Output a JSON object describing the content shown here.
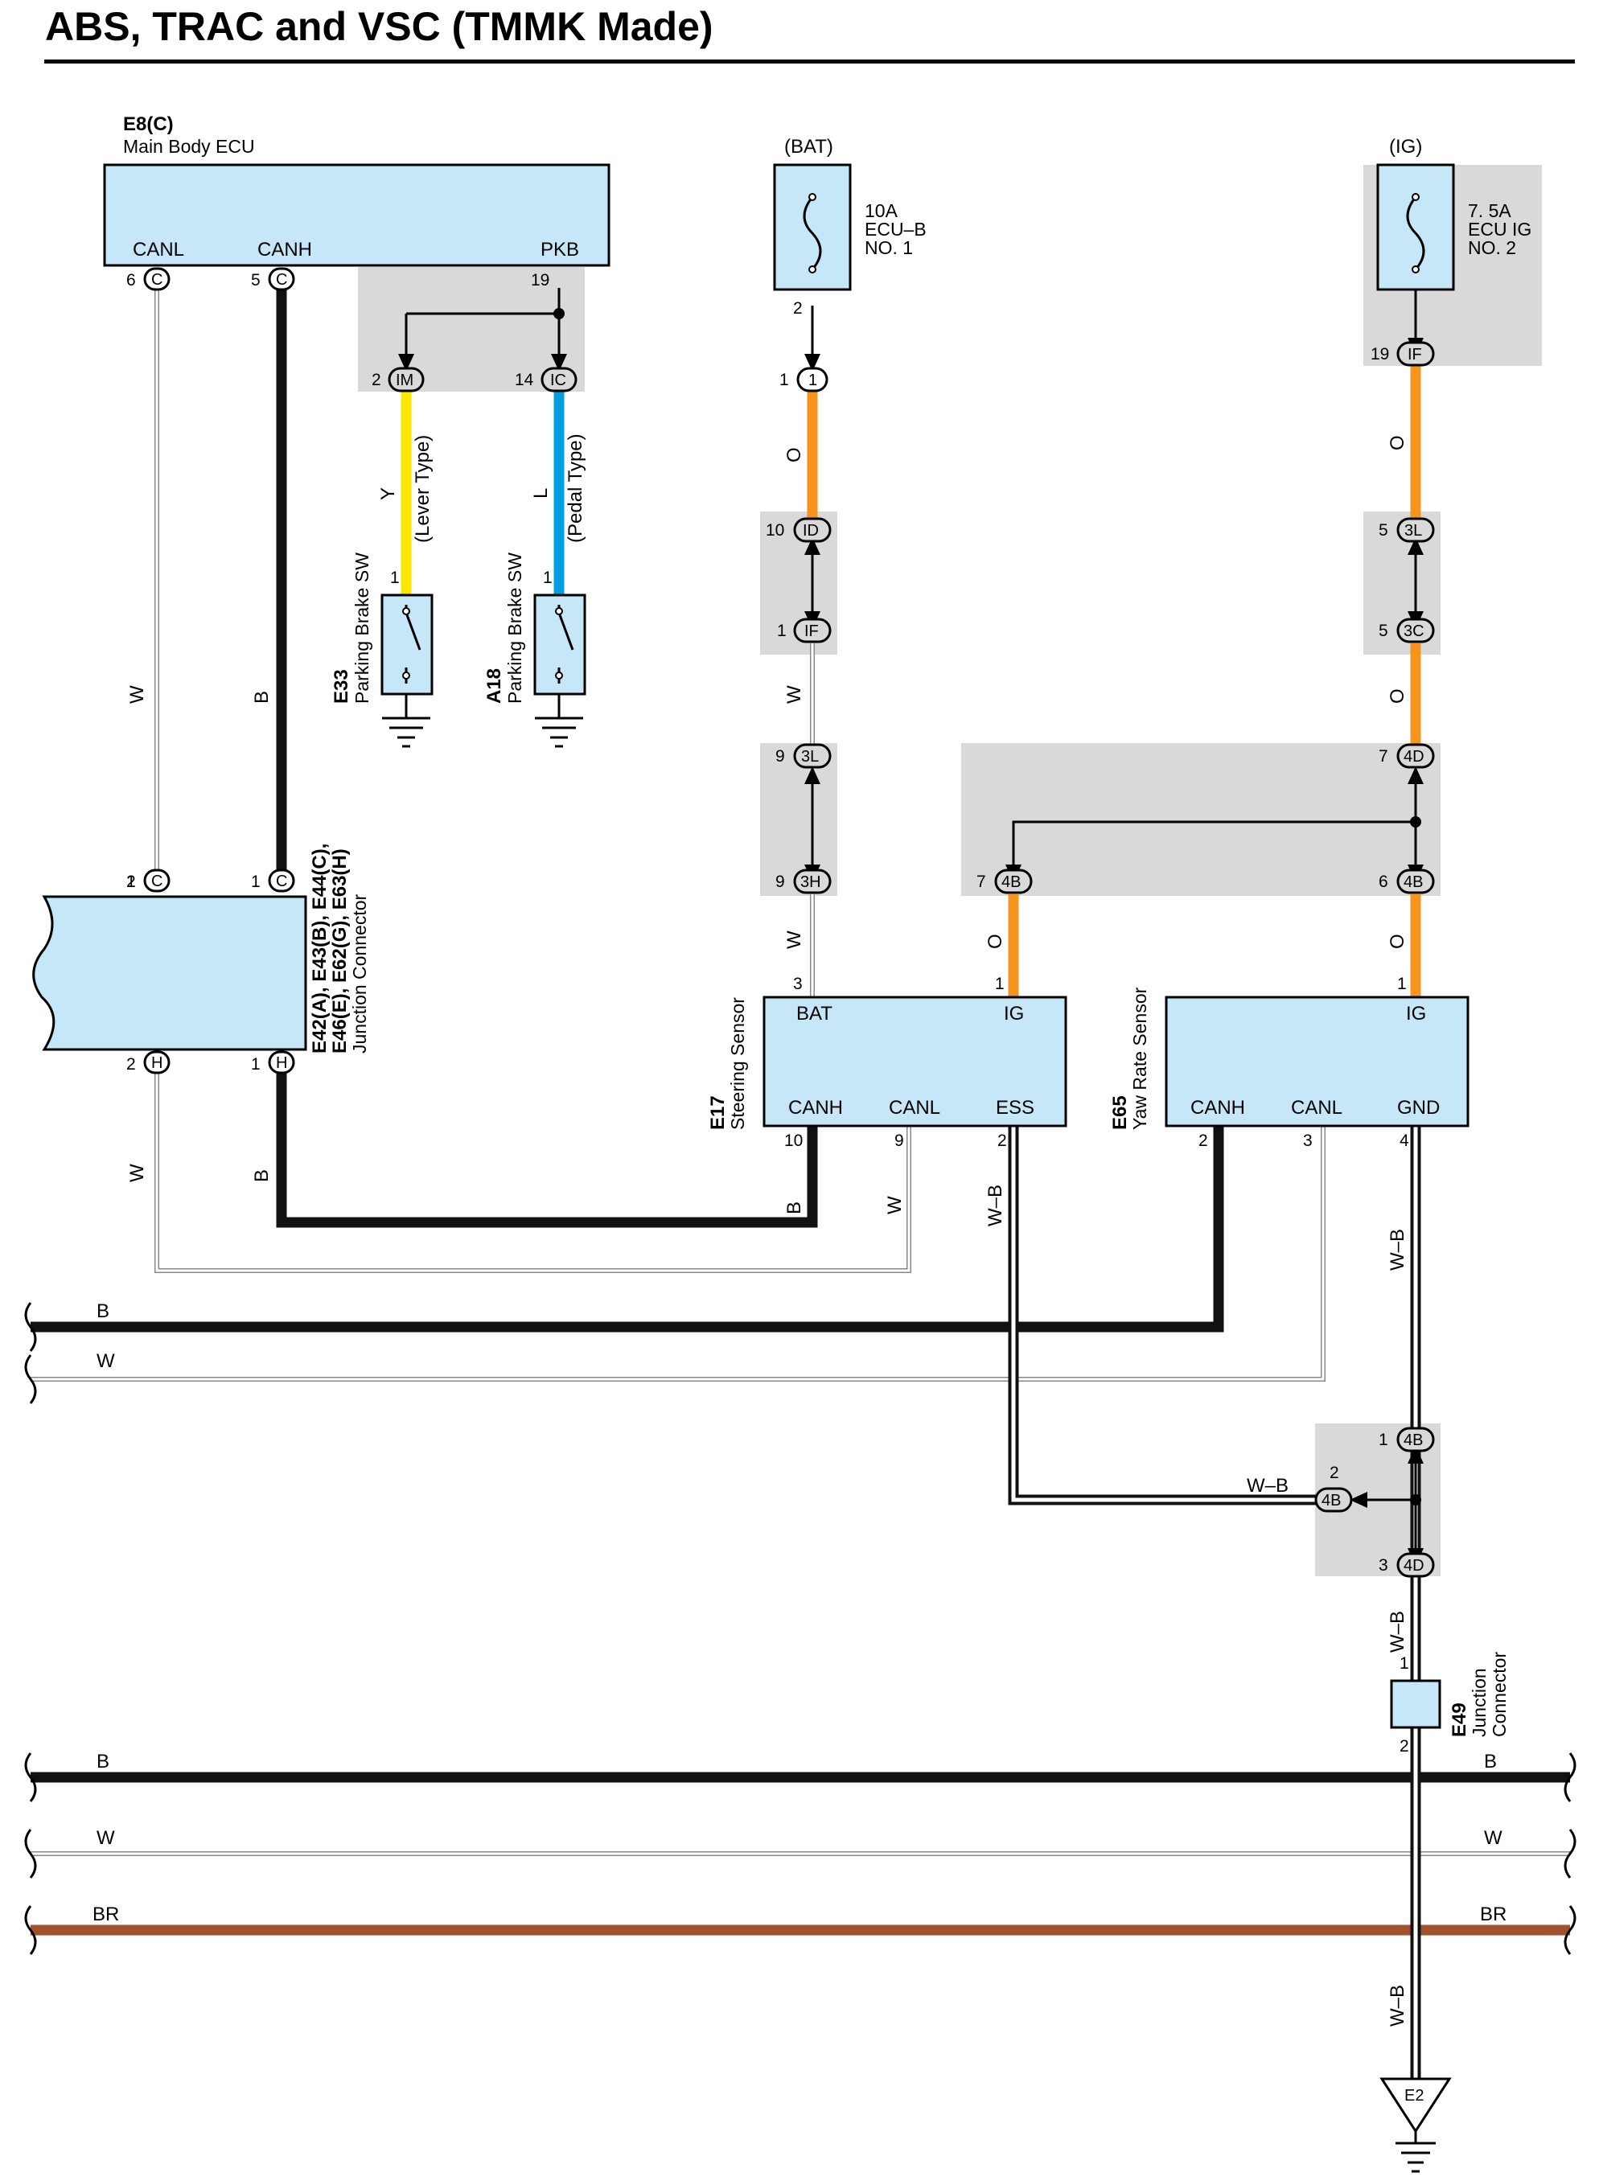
{
  "title": "ABS, TRAC and VSC (TMMK Made)",
  "main_body_ecu": {
    "code": "E8(C)",
    "name": "Main Body ECU",
    "pins": [
      "CANL",
      "CANH",
      "PKB"
    ]
  },
  "fuse_bat": {
    "source": "(BAT)",
    "rating": "10A",
    "name_1": "ECU–B",
    "name_2": "NO. 1"
  },
  "fuse_ig": {
    "source": "(IG)",
    "rating": "7. 5A",
    "name_1": "ECU IG",
    "name_2": "NO. 2"
  },
  "parking_brake_lever": {
    "code": "E33",
    "name": "Parking Brake SW",
    "type": "(Lever Type)"
  },
  "parking_brake_pedal": {
    "code": "A18",
    "name": "Parking Brake SW",
    "type": "(Pedal Type)"
  },
  "junction_connector_1": {
    "code_1": "E42(A), E43(B), E44(C),",
    "code_2": "E46(E), E62(G), E63(H)",
    "name": "Junction Connector"
  },
  "steering_sensor": {
    "code": "E17",
    "name": "Steering Sensor",
    "pins": [
      "BAT",
      "IG",
      "CANH",
      "CANL",
      "ESS"
    ]
  },
  "yaw_rate_sensor": {
    "code": "E65",
    "name": "Yaw Rate Sensor",
    "pins": [
      "IG",
      "CANH",
      "CANL",
      "GND"
    ]
  },
  "junction_connector_2": {
    "code": "E49",
    "name_1": "Junction",
    "name_2": "Connector"
  },
  "ground": {
    "code": "E2"
  },
  "pin_numbers": [
    "6",
    "5",
    "19",
    "2",
    "14",
    "1",
    "1",
    "2",
    "1",
    "10",
    "1",
    "9",
    "9",
    "3",
    "1",
    "1",
    "19",
    "5",
    "5",
    "7",
    "7",
    "6",
    "1",
    "10",
    "9",
    "2",
    "2",
    "3",
    "4",
    "1",
    "2",
    "3",
    "1",
    "2",
    "2",
    "1",
    "2",
    "1"
  ],
  "connector_ids": [
    "C",
    "C",
    "IM",
    "IC",
    "1",
    "ID",
    "IF",
    "3L",
    "3H",
    "IF",
    "3L",
    "3C",
    "4D",
    "4B",
    "4B",
    "C",
    "C",
    "H",
    "H",
    "4B",
    "4B",
    "4D"
  ],
  "wire_colors": {
    "canl": "W",
    "canh": "B",
    "lever": "Y",
    "pedal": "L",
    "bat": "O",
    "ig": "O",
    "ess": "W–B",
    "gnd": "W–B",
    "brown": "BR"
  },
  "colors": {
    "box_fill": "#c5e7f7",
    "gray_area": "#d9d9d9",
    "orange": "#f7941d",
    "yellow": "#ffe600",
    "blue": "#00a0e0",
    "brown": "#a0522d"
  }
}
